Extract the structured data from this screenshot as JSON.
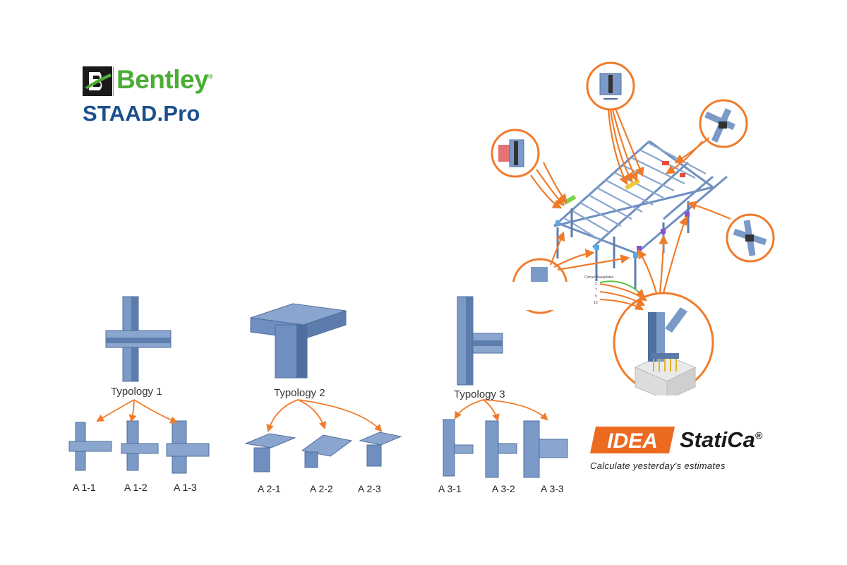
{
  "bentley": {
    "brand": "Bentley",
    "reg": "®",
    "product": "STAAD.Pro"
  },
  "idea": {
    "logo_mark": "IDEA",
    "brand": "StatiCa",
    "reg": "®",
    "tagline": "Calculate yesterday's estimates"
  },
  "typologies": [
    {
      "title": "Typology 1",
      "variants": [
        "A 1-1",
        "A 1-2",
        "A 1-3"
      ]
    },
    {
      "title": "Typology 2",
      "variants": [
        "A 2-1",
        "A 2-2",
        "A 2-3"
      ]
    },
    {
      "title": "Typology 3",
      "variants": [
        "A 3-1",
        "A 3-2",
        "A 3-3"
      ]
    }
  ],
  "baseplates": {
    "title": "Corner Baseplates",
    "items": [
      "2",
      "7",
      "5",
      "10"
    ]
  },
  "colors": {
    "steel": "#7b9ac8",
    "steel_dark": "#4f6f9e",
    "arrow": "#f07b2b",
    "bentley_green": "#4cad34",
    "staad_blue": "#1b4f8c",
    "idea_orange": "#ec6a1f"
  }
}
